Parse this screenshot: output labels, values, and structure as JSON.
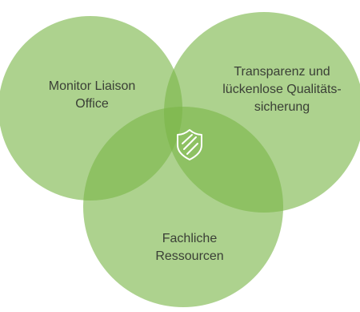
{
  "diagram": {
    "type": "venn-3",
    "fill_color": "#7ab648",
    "fill_opacity": 0.62,
    "circles": [
      {
        "id": "left",
        "lines": [
          "Monitor Liaison",
          "Office"
        ]
      },
      {
        "id": "right",
        "lines": [
          "Transparenz und",
          "lückenlose Qualitäts-",
          "sicherung"
        ]
      },
      {
        "id": "bottom",
        "lines": [
          "Fachliche",
          "Ressourcen"
        ]
      }
    ],
    "center_icon": "shield-icon",
    "icon_color": "#ffffff"
  }
}
